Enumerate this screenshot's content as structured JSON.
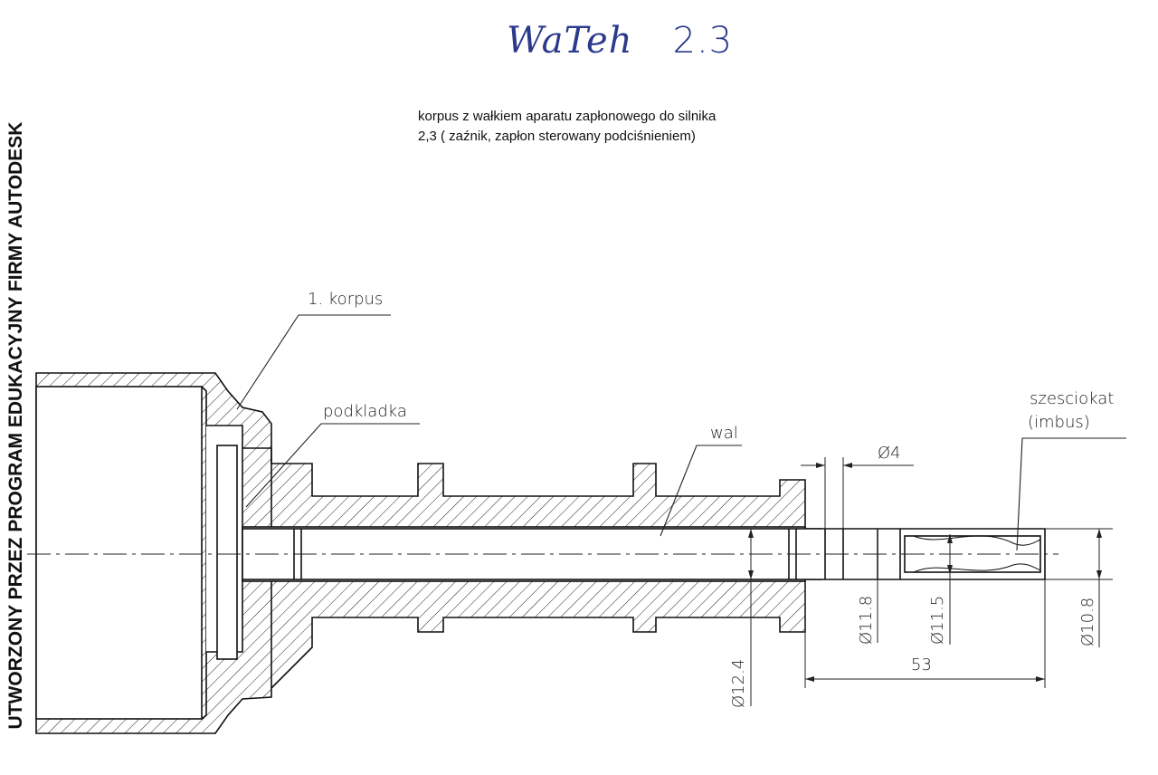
{
  "header": {
    "handwritten_word": "WaTeh",
    "handwritten_number": "2.3"
  },
  "description": {
    "line1": "korpus z wałkiem aparatu zapłonowego do silnika",
    "line2": "2,3  ( zaźnik, zapłon sterowany podciśnieniem)"
  },
  "watermark": "UTWORZONY PRZEZ PROGRAM EDUKACYJNY FIRMY AUTODESK",
  "labels": {
    "korpus": "1. korpus",
    "podkladka": "podkladka",
    "wal": "wal",
    "szesciokat": "szesciokat",
    "imbus": "(imbus)"
  },
  "dimensions": {
    "d4": "Ø4",
    "d11_8": "Ø11.8",
    "d11_5": "Ø11.5",
    "d10_8": "Ø10.8",
    "d12_4": "Ø12.4",
    "len53": "53"
  }
}
